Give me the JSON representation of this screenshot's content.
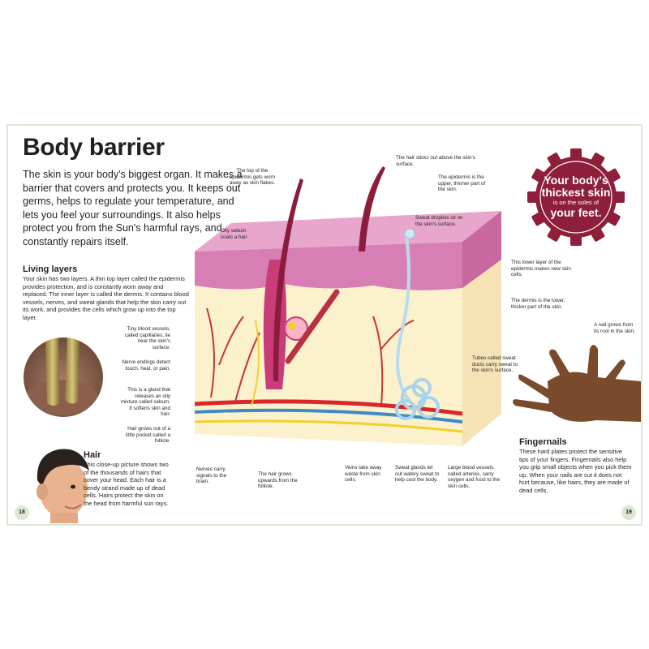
{
  "page": {
    "title": "Body barrier",
    "intro": "The skin is your body's biggest organ. It makes a barrier that covers and protects you. It keeps out germs, helps to regulate your temperature, and lets you feel your surroundings. It also helps protect you from the Sun's harmful rays, and constantly repairs itself.",
    "living_layers": {
      "heading": "Living layers",
      "text": "Your skin has two layers. A thin top layer called the epidermis provides protection, and is constantly worn away and replaced. The inner layer is called the dermis. It contains blood vessels, nerves, and sweat glands that help the skin carry out its work, and provides the cells which grow up into the top layer."
    },
    "hair": {
      "heading": "Hair",
      "text": "This close-up picture shows two of the thousands of hairs that cover your head. Each hair is a bendy strand made up of dead cells. Hairs protect the skin on the head from harmful sun rays."
    },
    "fingernails": {
      "heading": "Fingernails",
      "text": "These hard plates protect the sensitive tips of your fingers. Fingernails also help you grip small objects when you pick them up. When your nails are cut it does not hurt because, like hairs, they are made of dead cells."
    },
    "badge": {
      "line1": "Your body's",
      "line2": "thickest skin",
      "line3": "is on the soles of",
      "line4": "your feet."
    },
    "labels": {
      "flakes": "The top of the epidermis gets worn away as skin flakes.",
      "hair_sticks": "The hair sticks out above the skin's surface.",
      "epidermis": "The epidermis is the upper, thinner part of the skin.",
      "sebum": "Oily sebum coats a hair.",
      "droplets": "Sweat droplets sit on the skin's surface.",
      "lower_layer": "This lower layer of the epidermis makes new skin cells.",
      "dermis": "The dermis is the lower, thicker part of the skin.",
      "capillaries": "Tiny blood vessels, called capillaries, lie near the skin's surface.",
      "nerve_endings": "Nerve endings detect touch, heat, or pain.",
      "gland": "This is a gland that releases an oily mixture called sebum. It softens skin and hair.",
      "follicle": "Hair grows out of a little pocket called a follicle.",
      "ducts": "Tubes called sweat ducts carry sweat to the skin's surface.",
      "nerves": "Nerves carry signals to the brain.",
      "hair_grows": "The hair grows upwards from the follicle.",
      "veins": "Veins take away waste from skin cells.",
      "sweat_glands": "Sweat glands let out watery sweat to help cool the body.",
      "arteries": "Large blood vessels, called arteries, carry oxygen and food to the skin cells.",
      "nail_grows": "A nail grows from its root in the skin."
    },
    "page_left": "18",
    "page_right": "19"
  }
}
